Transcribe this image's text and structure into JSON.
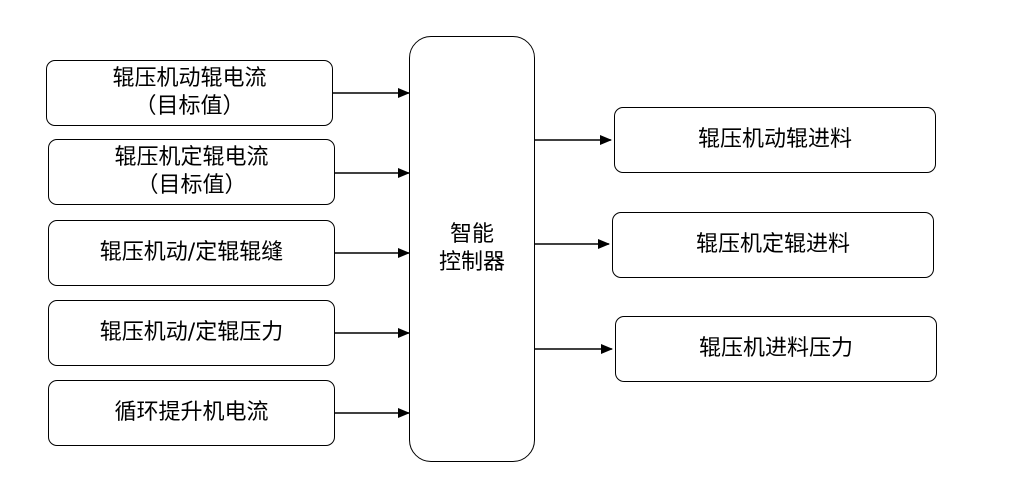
{
  "inputs": [
    {
      "line1": "辊压机动辊电流",
      "line2": "（目标值）"
    },
    {
      "line1": "辊压机定辊电流",
      "line2": "（目标值）"
    },
    {
      "line1": "辊压机动/定辊辊缝",
      "line2": ""
    },
    {
      "line1": "辊压机动/定辊压力",
      "line2": ""
    },
    {
      "line1": "循环提升机电流",
      "line2": ""
    }
  ],
  "controller": {
    "line1": "智能",
    "line2": "控制器"
  },
  "outputs": [
    {
      "label": "辊压机动辊进料"
    },
    {
      "label": "辊压机定辊进料"
    },
    {
      "label": "辊压机进料压力"
    }
  ],
  "colors": {
    "stroke": "#000000",
    "background": "#ffffff"
  }
}
